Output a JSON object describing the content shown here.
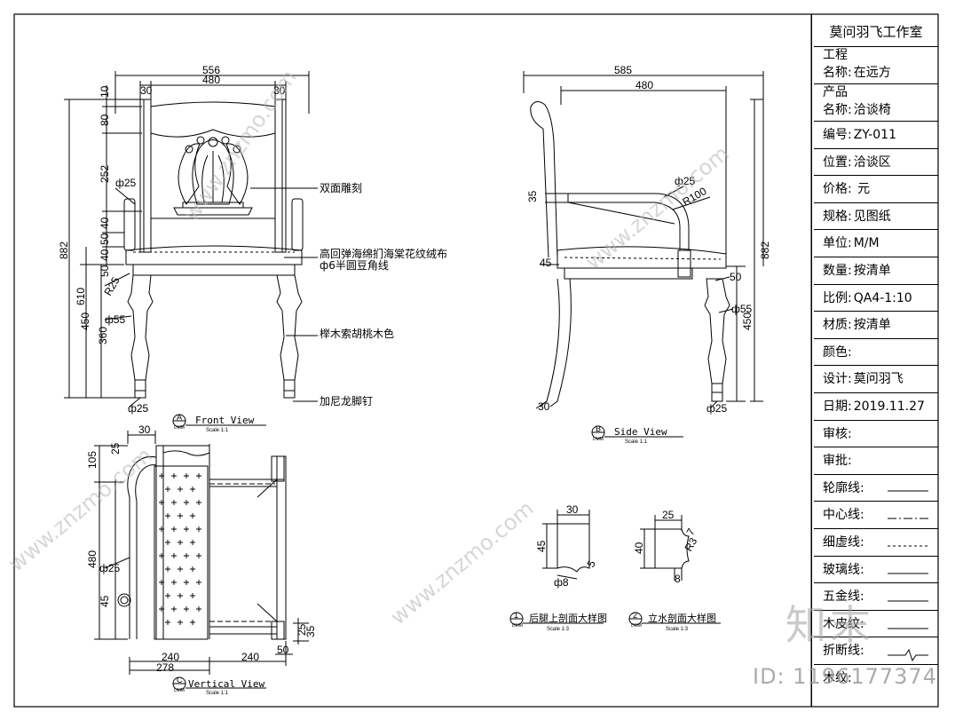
{
  "title_block": {
    "studio": "莫问羽飞工作室",
    "rows": [
      {
        "label": "工程",
        "value": ""
      },
      {
        "label": "名称:",
        "value": "在远方"
      },
      {
        "label": "产品",
        "value": ""
      },
      {
        "label": "名称:",
        "value": "洽谈椅"
      },
      {
        "label": "编号:",
        "value": "ZY-011"
      },
      {
        "label": "位置:",
        "value": "洽谈区"
      },
      {
        "label": "价格:",
        "value": "  元"
      },
      {
        "label": "规格:",
        "value": "见图纸"
      },
      {
        "label": "单位:",
        "value": "M/M"
      },
      {
        "label": "数量:",
        "value": "按清单"
      },
      {
        "label": "比例:",
        "value": "QA4-1:10"
      },
      {
        "label": "材质:",
        "value": "按清单"
      },
      {
        "label": "颜色:",
        "value": ""
      },
      {
        "label": "设计:",
        "value": "莫问羽飞"
      },
      {
        "label": "日期:",
        "value": "2019.11.27"
      },
      {
        "label": "审核:",
        "value": ""
      },
      {
        "label": "审批:",
        "value": ""
      },
      {
        "label": "轮廓线:",
        "value": ""
      },
      {
        "label": "中心线:",
        "value": ""
      },
      {
        "label": "细虚线:",
        "value": ""
      },
      {
        "label": "玻璃线:",
        "value": ""
      },
      {
        "label": "五金线:",
        "value": ""
      },
      {
        "label": "木皮纹:",
        "value": ""
      },
      {
        "label": "折断线:",
        "value": ""
      },
      {
        "label": "木纹:",
        "value": ""
      }
    ]
  },
  "annotations": {
    "carving": "双面雕刻",
    "fabric1": "高回弹海绵扪海棠花纹绒布",
    "fabric2": "ф6半圆豆角线",
    "wood": "榉木索胡桃木色",
    "nails": "加尼龙脚钉"
  },
  "views": {
    "front": {
      "letter": "A",
      "name": "Front View",
      "scale": "Scale 1:1",
      "tag": "DMM"
    },
    "side": {
      "letter": "B",
      "name": "Side View",
      "scale": "Scale 1:1",
      "tag": "DMM"
    },
    "vertical": {
      "letter": "C",
      "name": "Vertical View",
      "scale": "Scale 1:1",
      "tag": "DMM"
    },
    "section1": {
      "num": "1",
      "name": "后腿上剖面大样图",
      "scale": "Scale 1:3",
      "tag": "DMM"
    },
    "section2": {
      "num": "2",
      "name": "立水剖面大样图",
      "scale": "Scale 1:3",
      "tag": "DMM"
    }
  },
  "dimensions": {
    "front_556": "556",
    "front_480": "480",
    "front_30a": "30",
    "front_30b": "30",
    "front_10": "10",
    "front_80": "80",
    "front_252": "252",
    "front_40a": "40",
    "front_50": "50",
    "front_40b": "40",
    "front_50b": "50",
    "front_882": "882",
    "front_610": "610",
    "front_450": "450",
    "front_360": "360",
    "front_d25a": "ф25",
    "front_r25": "R25",
    "front_d55": "ф55",
    "front_d25b": "ф25",
    "side_585": "585",
    "side_480": "480",
    "side_35": "35",
    "side_d25": "ф25",
    "side_r100": "R100",
    "side_45": "45",
    "side_50": "50",
    "side_d55": "ф55",
    "side_882": "882",
    "side_450": "450",
    "side_30": "30",
    "side_d25b": "ф25",
    "vert_30": "30",
    "vert_25": "25",
    "vert_105": "105",
    "vert_480": "480",
    "vert_d25": "ф25",
    "vert_45": "45",
    "vert_240a": "240",
    "vert_278": "278",
    "vert_240b": "240",
    "vert_50": "50",
    "vert_25b": "25",
    "vert_35": "35",
    "sec_30": "30",
    "sec_45": "45",
    "sec_5": "5",
    "sec_d8": "ф8",
    "sec_25": "25",
    "sec_40": "40",
    "sec_7": "7",
    "sec_r3": "R3",
    "sec_8": "8"
  },
  "watermark": {
    "text": "www.znzmo.com",
    "logo": "知末",
    "id": "ID: 1196177374"
  }
}
